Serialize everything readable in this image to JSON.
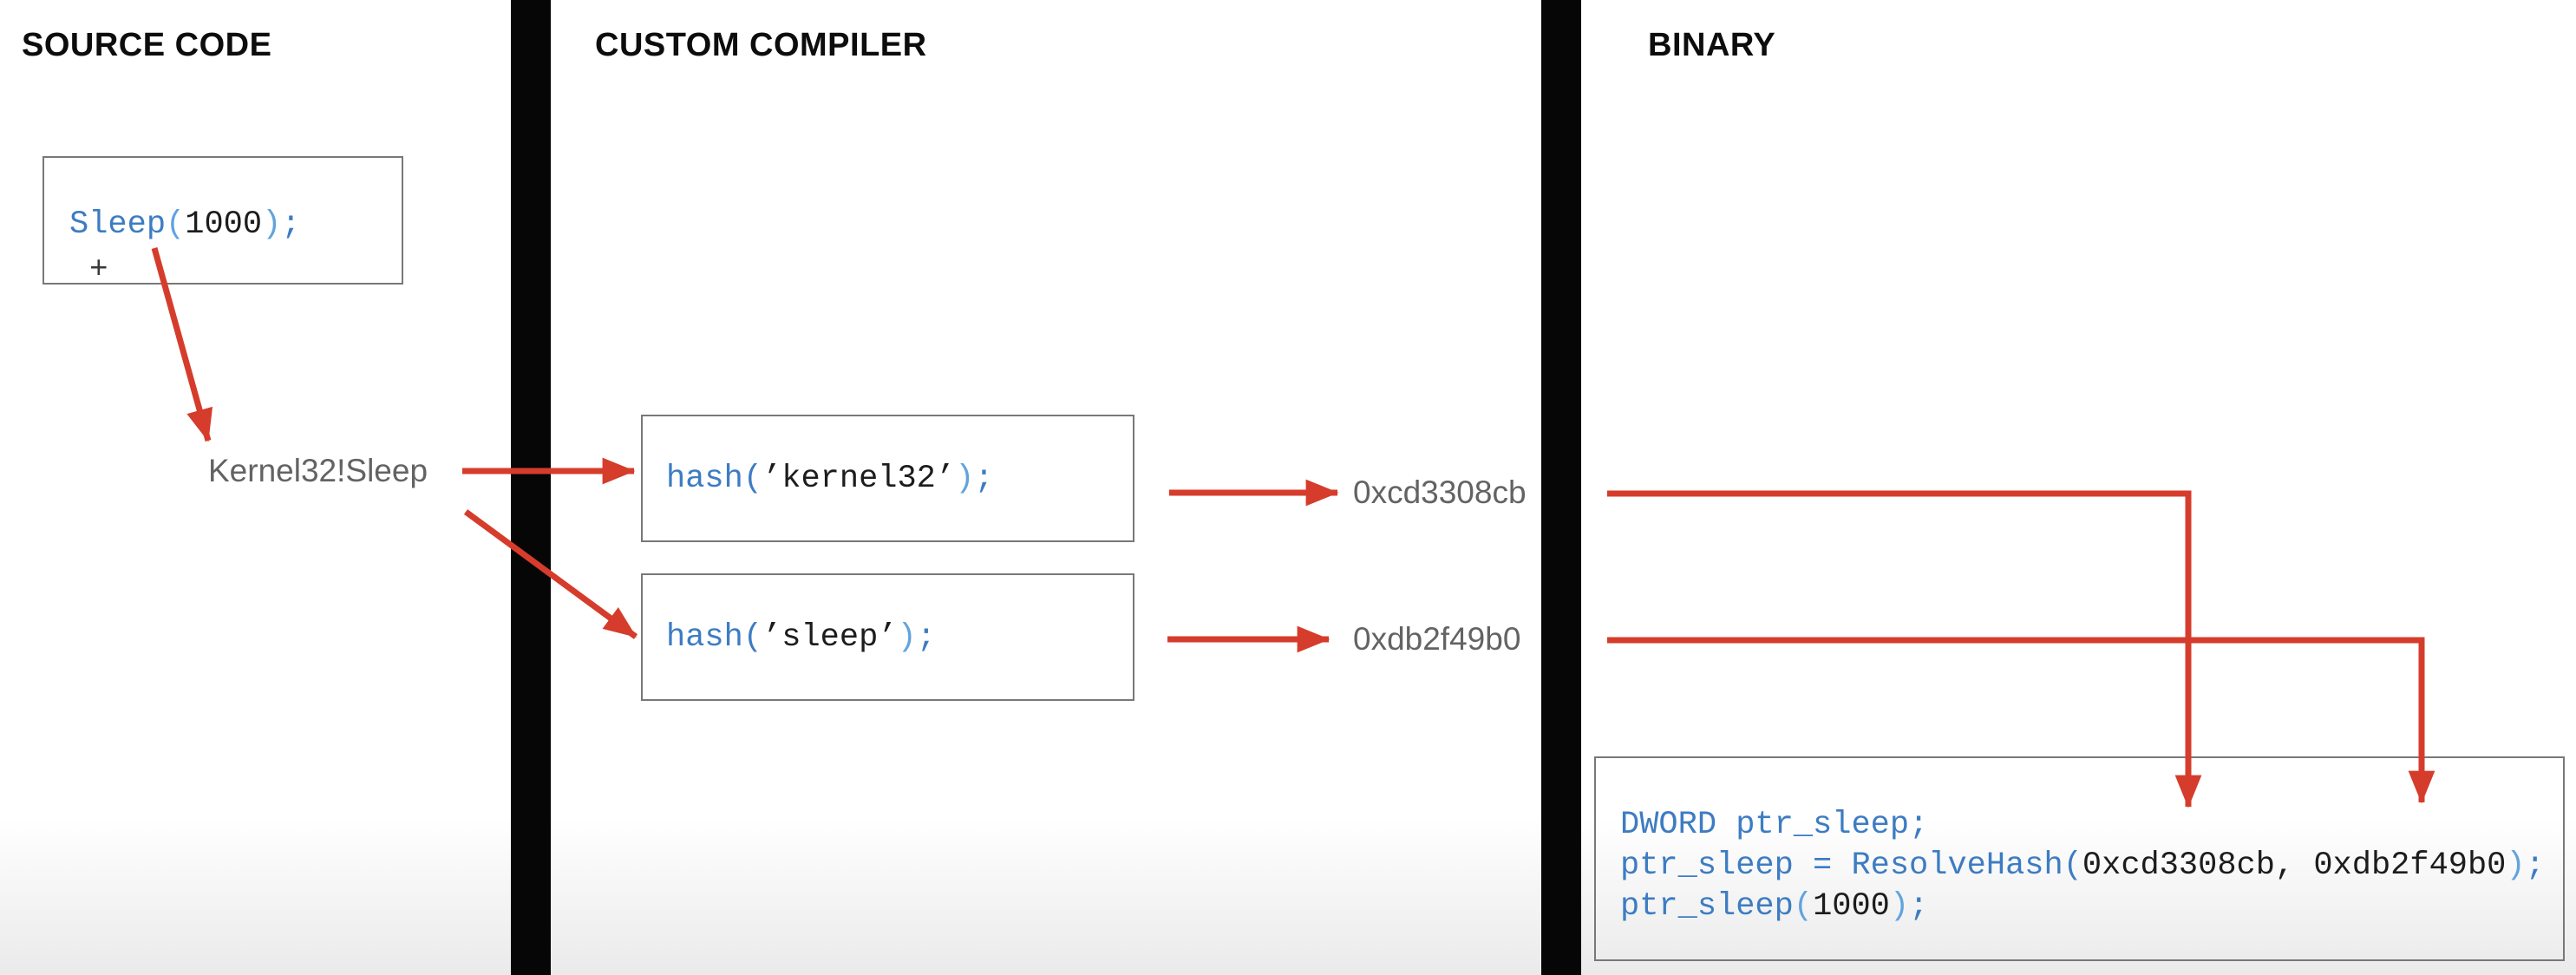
{
  "colors": {
    "arrow_red": "#d63c2b",
    "code_blue": "#3d7cc2",
    "code_blue_light": "#61a3de",
    "code_black": "#1c1c1c",
    "label_gray": "#636363",
    "divider_black": "#060606",
    "box_border_gray": "#787878",
    "header_black": "#0d0d0d",
    "background": "#ffffff"
  },
  "headers": {
    "col1": "SOURCE CODE",
    "col2": "CUSTOM COMPILER",
    "col3": "BINARY"
  },
  "source": {
    "sleep_call_tokens": [
      {
        "t": "Sleep",
        "c": "b"
      },
      {
        "t": "(",
        "c": "lb"
      },
      {
        "t": "1000",
        "c": "k"
      },
      {
        "t": ")",
        "c": "lb"
      },
      {
        "t": ";",
        "c": "b"
      }
    ],
    "plus_sign": "+",
    "resolved_symbol": "Kernel32!Sleep"
  },
  "compiler": {
    "hash_kernel32_tokens": [
      {
        "t": "hash",
        "c": "b"
      },
      {
        "t": "(",
        "c": "b"
      },
      {
        "t": "’kernel32’",
        "c": "k"
      },
      {
        "t": ")",
        "c": "lb"
      },
      {
        "t": ";",
        "c": "b"
      }
    ],
    "hash_sleep_tokens": [
      {
        "t": "hash",
        "c": "b"
      },
      {
        "t": "(",
        "c": "b"
      },
      {
        "t": "’sleep’",
        "c": "k"
      },
      {
        "t": ")",
        "c": "lb"
      },
      {
        "t": ";",
        "c": "b"
      }
    ],
    "hash_kernel32_value": "0xcd3308cb",
    "hash_sleep_value": "0xdb2f49b0"
  },
  "binary": {
    "code_lines": [
      [
        {
          "t": "DWORD ptr_sleep;",
          "c": "b"
        }
      ],
      [
        {
          "t": "ptr_sleep = ResolveHash",
          "c": "b"
        },
        {
          "t": "(",
          "c": "b"
        },
        {
          "t": "0xcd3308cb, 0xdb2f49b0",
          "c": "k"
        },
        {
          "t": ")",
          "c": "lb"
        },
        {
          "t": ";",
          "c": "b"
        }
      ],
      [
        {
          "t": "ptr_sleep",
          "c": "b"
        },
        {
          "t": "(",
          "c": "lb"
        },
        {
          "t": "1000",
          "c": "k"
        },
        {
          "t": ")",
          "c": "lb"
        },
        {
          "t": ";",
          "c": "b"
        }
      ]
    ]
  },
  "flow_edges": [
    {
      "from": "sleep-call-box",
      "to": "resolved-symbol-label"
    },
    {
      "from": "resolved-symbol-label",
      "to": "hash-kernel32-box"
    },
    {
      "from": "resolved-symbol-label",
      "to": "hash-sleep-box"
    },
    {
      "from": "hash-kernel32-box",
      "to": "hash-value-kernel32"
    },
    {
      "from": "hash-sleep-box",
      "to": "hash-value-sleep"
    },
    {
      "from": "hash-value-kernel32",
      "to": "binary-code-box"
    },
    {
      "from": "hash-value-sleep",
      "to": "binary-code-box"
    }
  ]
}
